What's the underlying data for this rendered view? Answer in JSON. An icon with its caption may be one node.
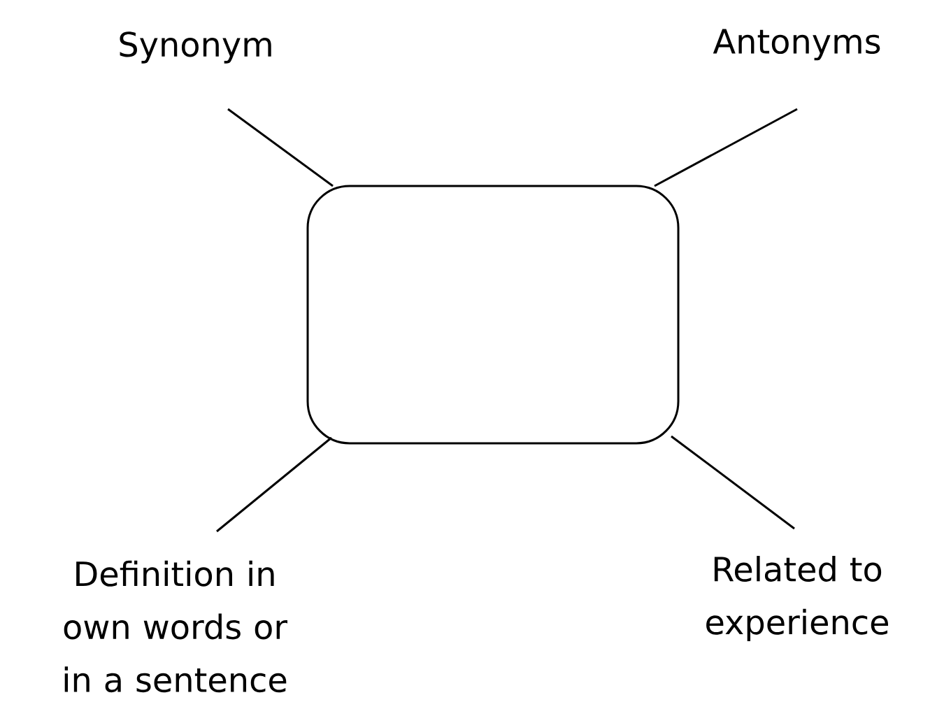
{
  "diagram": {
    "nodes": [
      {
        "text": [],
        "shape": "box"
      },
      {
        "text": [
          "Synonym"
        ]
      },
      {
        "text": [
          "Antonyms"
        ]
      },
      {
        "text": [
          "Definition in own words or in a sentence"
        ]
      },
      {
        "text": [
          "Related to experience"
        ]
      }
    ],
    "edges": [
      {
        "from": 1,
        "to": 0,
        "arrow": "none"
      },
      {
        "from": 2,
        "to": 0,
        "arrow": "none"
      },
      {
        "from": 3,
        "to": 0,
        "arrow": "none"
      },
      {
        "from": 4,
        "to": 0,
        "arrow": "none"
      }
    ]
  }
}
